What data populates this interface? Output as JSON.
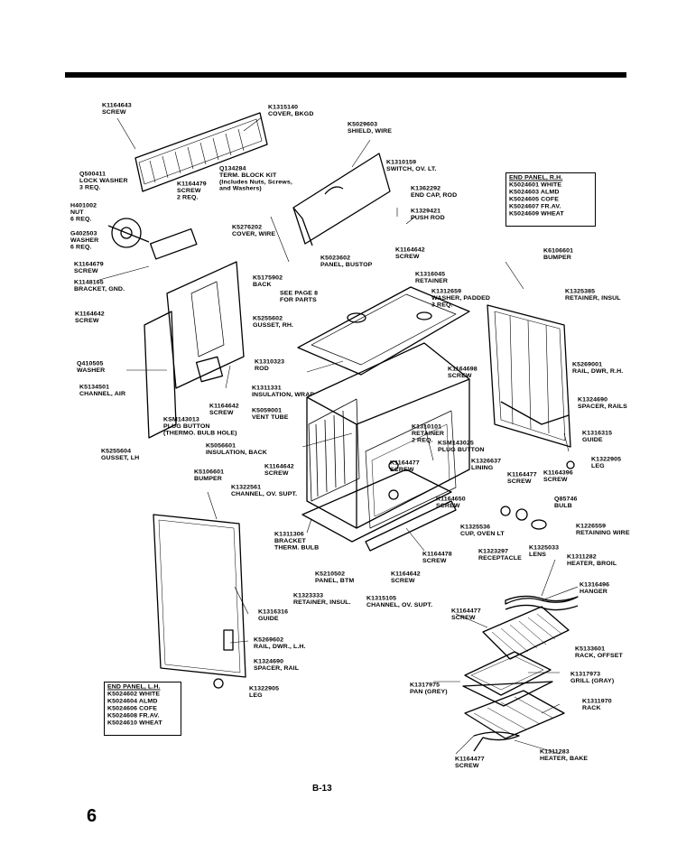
{
  "page_id": "B-13",
  "page_number": "6",
  "labels": {
    "l1": "K1164643\nSCREW",
    "l2": "K1315140\nCOVER, BKGD",
    "l3": "K5029603\nSHIELD, WIRE",
    "l4": "K1310159\nSWITCH, OV. LT.",
    "l5": "K1362292\nEND CAP, ROD",
    "l6": "K1329421\nPUSH ROD",
    "l7": "Q500411\nLOCK WASHER\n3 REQ.",
    "l8": "Q134284\nTERM. BLOCK KIT\n(Includes Nuts, Screws,\nand Washers)",
    "l9": "K1164479\nSCREW\n2 REQ.",
    "l10": "H401002\nNUT\n6 REQ.",
    "l11": "K5276202\nCOVER, WIRE",
    "l12": "G402503\nWASHER\n6 REQ.",
    "l13": "K1164679\nSCREW",
    "l14": "K1148165\nBRACKET, GND.",
    "l15": "K5175902\nBACK",
    "l16": "K1164642\nSCREW",
    "l17": "K5023602\nPANEL, BUSTOP",
    "l18": "K1164642\nSCREW",
    "l19": "K1316045\nRETAINER",
    "l20": "K1312659\nWASHER, PADDED\n3 REQ.",
    "l21": "SEE PAGE 8\nFOR PARTS",
    "l22": "K5255602\nGUSSET, RH.",
    "l23": "K6106601\nBUMPER",
    "l24": "K1325385\nRETAINER, INSUL",
    "l25": "Q410505\nWASHER",
    "l26": "K1310323\nROD",
    "l27": "K5134501\nCHANNEL, AIR",
    "l28": "K1311331\nINSULATION, WRAP",
    "l29": "K1164698\nSCREW",
    "l30": "K5269001\nRAIL, DWR, R.H.",
    "l31": "K1164642\nSCREW",
    "l32": "K5059001\nVENT TUBE",
    "l33": "K1310101\nRETAINER\n2 REQ.",
    "l34": "K1324690\nSPACER, RAILS",
    "l35": "KSM143013\nPLUG BUTTON\n(THERMO. BULB HOLE)",
    "l36": "KSM143025\nPLUG BUTTON",
    "l37": "K1316315\nGUIDE",
    "l38": "K5056601\nINSULATION, BACK",
    "l39": "K5255604\nGUSSET, LH",
    "l40": "K1164477\nSCREW",
    "l41": "K1164642\nSCREW",
    "l42": "K1326637\nLINING",
    "l43": "K1164477\nSCREW",
    "l44": "K1164396\nSCREW",
    "l45": "K1322905\nLEG",
    "l46": "K5106601\nBUMPER",
    "l47": "K1322561\nCHANNEL, OV. SUPT.",
    "l48": "K1164650\nSCREW",
    "l49": "Q85746\nBULB",
    "l50": "K1311306\nBRACKET\nTHERM. BULB",
    "l51": "K1325536\nCUP, OVEN LT",
    "l52": "K1226559\nRETAINING WIRE",
    "l53": "K5210502\nPANEL, BTM",
    "l54": "K1164478\nSCREW",
    "l55": "K1323297\nRECEPTACLE",
    "l56": "K1325033\nLENS",
    "l57": "K1311282\nHEATER, BROIL",
    "l58": "K1164642\nSCREW",
    "l59": "K1323333\nRETAINER, INSUL.",
    "l60": "K1315105\nCHANNEL, OV. SUPT.",
    "l61": "K1316496\nHANGER",
    "l62": "K1316316\nGUIDE",
    "l63": "K1164477\nSCREW",
    "l64": "K5269602\nRAIL, DWR., L.H.",
    "l65": "K5133601\nRACK, OFFSET",
    "l66": "K1324690\nSPACER, RAIL",
    "l67": "K1317973\nGRILL (GRAY)",
    "l68": "K1317975\nPAN (GREY)",
    "l69": "K1322905\nLEG",
    "l70": "K1311970\nRACK",
    "l71": "K1311283\nHEATER, BAKE",
    "l72": "K1164477\nSCREW"
  },
  "end_panel_rh": {
    "heading": "END PANEL, R.H.",
    "rows": [
      "K5024601 WHITE",
      "K5024603 ALMD",
      "K5024605 COFE",
      "K5024607 FR.AV.",
      "K5024609 WHEAT"
    ]
  },
  "end_panel_lh": {
    "heading": "END PANEL, L.H.",
    "rows": [
      "K5024602 WHITE",
      "K5024604 ALMD",
      "K5024606 COFE",
      "K5024608 FR.AV.",
      "K5024610 WHEAT"
    ]
  }
}
